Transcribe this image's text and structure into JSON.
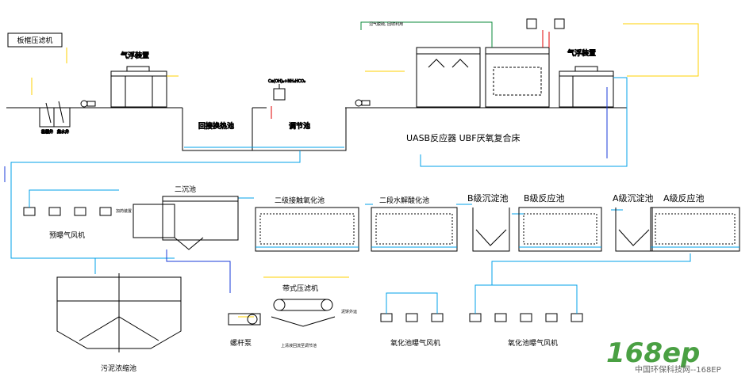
{
  "labels": {
    "filter_press_box": "板框压滤机",
    "flotation_left": "气浮装置",
    "flotation_right": "气浮装置",
    "equalization_pool": "回接换热池",
    "regulating_pool": "调节池",
    "uasb_ubf": "UASB反应器 UBF厌氧复合床",
    "biogas": "沼气脱硫, 回收利用",
    "dosing": "Ca(OH)₂+NH₄HCO₃",
    "secondary_clarifier": "二沉池",
    "contact_oxidation_2": "二级接触氧化池",
    "hydrolysis_2": "二段水解酸化池",
    "b_settling": "B级沉淀池",
    "b_reactor": "B级反应池",
    "a_settling": "A级沉淀池",
    "a_reactor": "A级反应池",
    "pre_aeration_blower": "预曝气风机",
    "sludge_thickener": "污泥浓缩池",
    "screw_pump": "螺杆泵",
    "belt_filter_press": "带式压滤机",
    "supernatant_return": "上清液回流至调节池",
    "mud_cake": "泥饼外运",
    "aeration_blower_1": "氧化池曝气风机",
    "aeration_blower_2": "氧化池曝气风机",
    "grid_1": "格栅井",
    "grid_2": "集水井",
    "dosing_small": "加药装置"
  },
  "watermark": {
    "logo": "168ep",
    "site": "中国环保科技网--168EP"
  },
  "colors": {
    "water": "#00a0e9",
    "air": "#ffd200",
    "sludge": "#1a3bd8",
    "gas": "#0a8a3a",
    "chem": "#e00000",
    "structure": "#000000",
    "logo": "#4aa043"
  }
}
